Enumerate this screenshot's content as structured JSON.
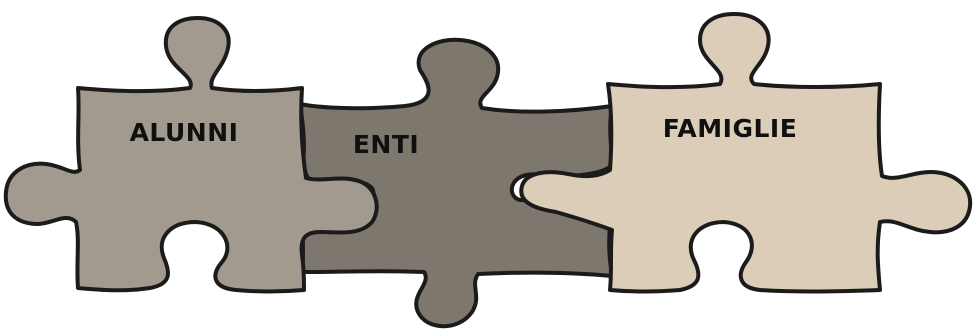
{
  "pieces": [
    {
      "id": "alunni",
      "label": "ALUNNI",
      "color": "#a39a8f"
    },
    {
      "id": "enti",
      "label": "ENTI",
      "color": "#7e776d"
    },
    {
      "id": "famiglie",
      "label": "FAMIGLIE",
      "color": "#dbcdb8"
    }
  ]
}
